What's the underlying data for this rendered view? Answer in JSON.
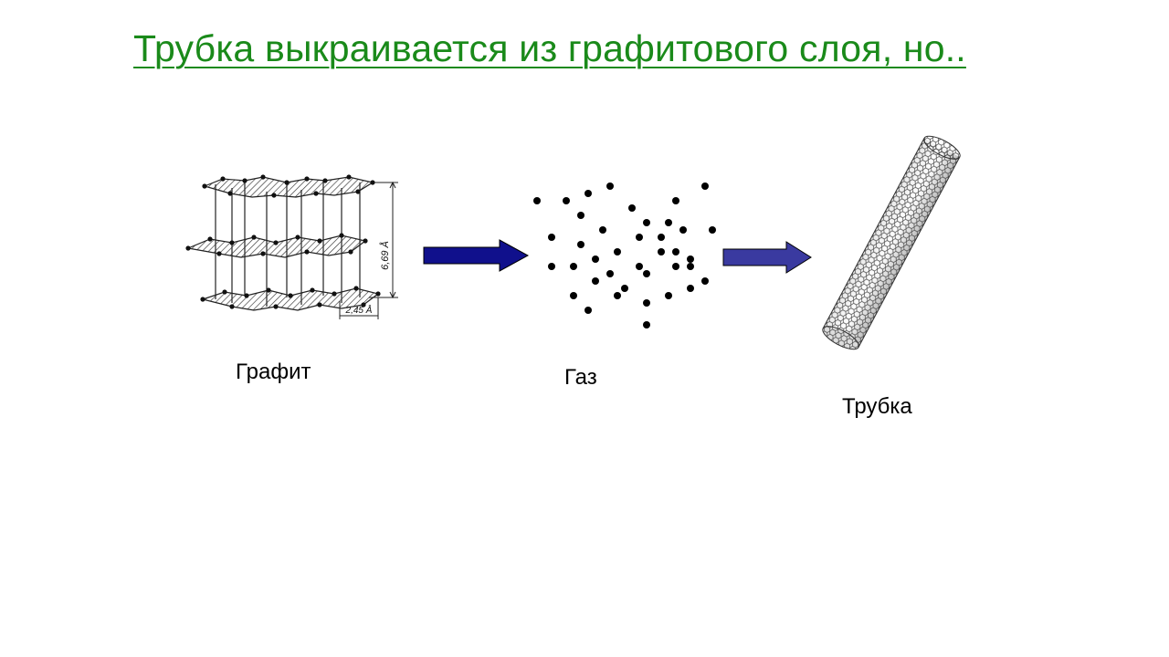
{
  "slide": {
    "title": "Трубка выкраивается из графитового слоя, но..",
    "title_color": "#1a8a1a"
  },
  "diagram": {
    "graphite": {
      "label": "Графит",
      "dimension_interlayer": "6,69 Å",
      "dimension_lattice": "2,45 Å"
    },
    "gas": {
      "label": "Газ"
    },
    "tube": {
      "label": "Трубка"
    },
    "arrows": {
      "first_color": "#10108c",
      "second_color": "#3a3aa0"
    },
    "icons": [
      "graphite-lattice-icon",
      "gas-particles-icon",
      "nanotube-icon",
      "right-arrow-icon"
    ]
  }
}
